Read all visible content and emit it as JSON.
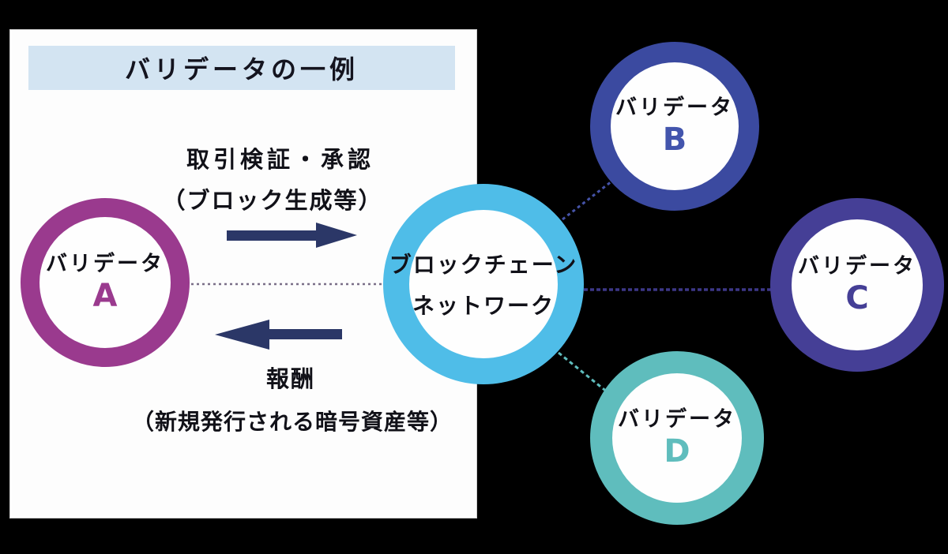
{
  "canvas": {
    "background": "#000000"
  },
  "panel": {
    "title": "バリデータの一例",
    "title_bg": "#d3e4f2",
    "bg": "#fdfdfd"
  },
  "flows": {
    "verify": {
      "line1": "取引検証・承認",
      "line2": "（ブロック生成等）",
      "direction": "validator-a-to-network"
    },
    "reward": {
      "line1": "報酬",
      "line2": "（新規発行される暗号資産等）",
      "direction": "network-to-validator-a"
    }
  },
  "network": {
    "line1": "ブロックチェーン",
    "line2": "ネットワーク",
    "ring_color": "#4fbde8"
  },
  "validators": [
    {
      "label": "バリデータ",
      "id": "A",
      "ring_color": "#9a3a8e"
    },
    {
      "label": "バリデータ",
      "id": "B",
      "ring_color": "#3b4aa0"
    },
    {
      "label": "バリデータ",
      "id": "C",
      "ring_color": "#453f96"
    },
    {
      "label": "バリデータ",
      "id": "D",
      "ring_color": "#5fbdbd"
    }
  ],
  "icons": {
    "arrow_right": "verify-flow-arrow-right",
    "arrow_left": "reward-flow-arrow-left"
  },
  "colors": {
    "arrow": "#2b3767",
    "connector_a": "#7a6f88",
    "connector_b": "#4553a8",
    "connector_c": "#3c3787",
    "connector_d": "#5fbdbd"
  }
}
